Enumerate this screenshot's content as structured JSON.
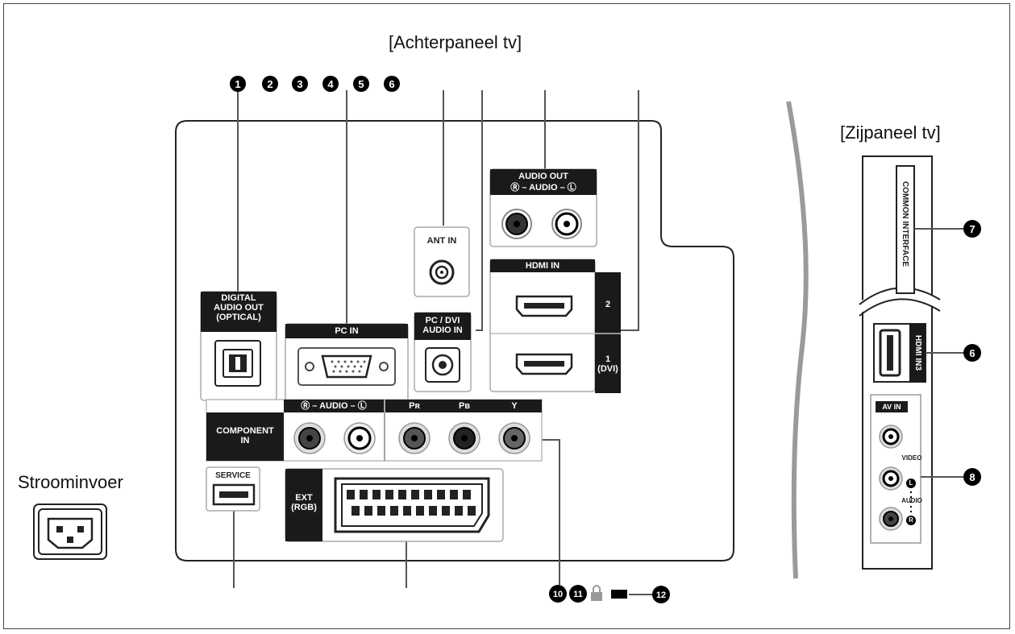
{
  "titles": {
    "back_panel": "[Achterpaneel tv]",
    "side_panel": "[Zijpaneel tv]",
    "power_input": "Stroominvoer"
  },
  "panel_labels": {
    "digital_audio_out": [
      "DIGITAL",
      "AUDIO OUT",
      "(OPTICAL)"
    ],
    "pc_in": "PC IN",
    "pc_dvi_audio_in": [
      "PC / DVI",
      "AUDIO IN"
    ],
    "ant_in": "ANT IN",
    "audio_out": "AUDIO OUT",
    "audio_out_lr": "Ⓡ – AUDIO – Ⓛ",
    "hdmi_in": "HDMI IN",
    "hdmi_2": "2",
    "hdmi_1": [
      "1",
      "(DVI)"
    ],
    "component_in": [
      "COMPONENT",
      "IN"
    ],
    "component_audio_lr": "Ⓡ – AUDIO – Ⓛ",
    "component_pr": "Pʀ",
    "component_pb": "Pʙ",
    "component_y": "Y",
    "service": "SERVICE",
    "ext_rgb": [
      "EXT",
      "(RGB)"
    ],
    "common_interface": "COMMON INTERFACE",
    "hdmi_in3": "HDMI IN3",
    "av_in": "AV IN",
    "video": "VIDEO",
    "audio": "AUDIO",
    "audio_l": "L",
    "audio_r": "R"
  },
  "callouts": {
    "top": [
      "1",
      "2",
      "3",
      "4",
      "5",
      "6"
    ],
    "side_7": "7",
    "side_6": "6",
    "side_8": "8",
    "bottom_10": "10",
    "bottom_11": "11",
    "bottom_12": "12"
  }
}
